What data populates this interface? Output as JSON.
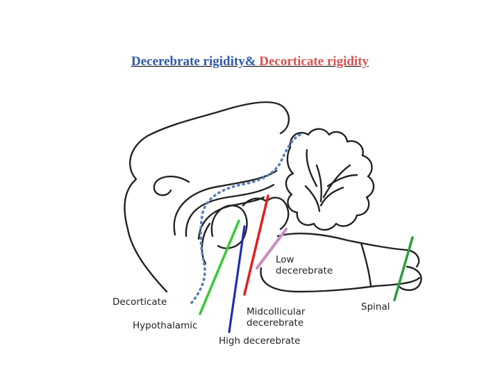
{
  "title": {
    "part_a": "Decerebrate rigidity&",
    "part_b": " Decorticate rigidity"
  },
  "labels": {
    "decorticate": "Decorticate",
    "hypothalamic": "Hypothalamic",
    "high_decerebrate": "High decerebrate",
    "midcollicular_line1": "Midcollicular",
    "midcollicular_line2": "decerebrate",
    "low_decerebrate_line1": "Low",
    "low_decerebrate_line2": "decerebrate",
    "spinal": "Spinal"
  },
  "colors": {
    "title_blue": "#2e5aa8",
    "title_red": "#d9534f",
    "decorticate_dotted": "#5b7fb5",
    "hypothalamic_line": "#3cc83c",
    "high_decerebrate_line": "#1f2fb0",
    "midcollicular_line": "#e02020",
    "low_decerebrate_line": "#c98fc0",
    "spinal_line": "#2e9e3e"
  }
}
